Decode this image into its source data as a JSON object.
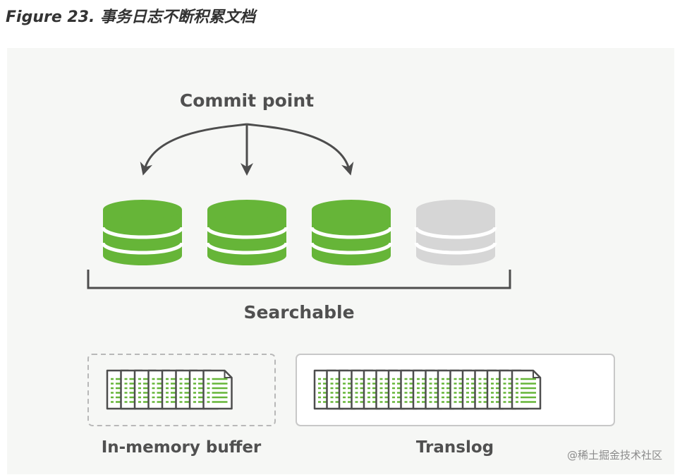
{
  "figure": {
    "caption": "Figure 23. 事务日志不断积累文档"
  },
  "diagram": {
    "commit_point_label": "Commit point",
    "searchable_label": "Searchable",
    "in_memory_buffer_label": "In-memory buffer",
    "translog_label": "Translog",
    "segments": [
      {
        "status": "committed",
        "color": "#66b538"
      },
      {
        "status": "committed",
        "color": "#66b538"
      },
      {
        "status": "committed",
        "color": "#66b538"
      },
      {
        "status": "uncommitted",
        "color": "#d6d6d6"
      }
    ],
    "in_memory_buffer_doc_count": 8,
    "translog_doc_count": 17
  },
  "watermark": "@稀土掘金技术社区",
  "colors": {
    "accent_green": "#66b538",
    "segment_gray": "#d6d6d6",
    "outline": "#4d4d4d",
    "panel_bg": "#f6f7f5"
  }
}
